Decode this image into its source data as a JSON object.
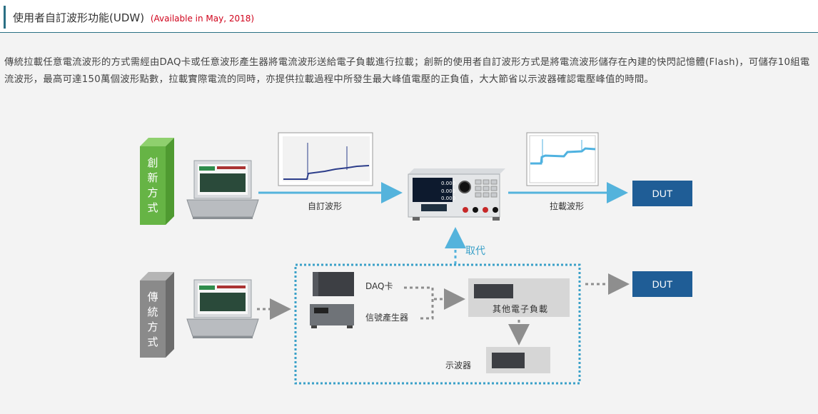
{
  "header": {
    "title": "使用者自訂波形功能(UDW)",
    "note": "(Available in May, 2018)"
  },
  "description": "傳統拉載任意電流波形的方式需經由DAQ卡或任意波形產生器將電流波形送給電子負載進行拉載；創新的使用者自訂波形方式是將電流波形儲存在內建的快閃記憶體(Flash)，可儲存10組電流波形，最高可達150萬個波形點數，拉載實際電流的同時，亦提供拉載過程中所發生最大峰值電壓的正負值，大大節省以示波器確認電壓峰值的時間。",
  "diagram": {
    "innovative": {
      "pillar_label": "創新方式",
      "color": "#66b445",
      "custom_wave_label": "自訂波形",
      "load_wave_label": "拉載波形",
      "dut_label": "DUT",
      "load_readings": [
        "0.000",
        "0.000",
        "0.000"
      ]
    },
    "replace_label": "取代",
    "traditional": {
      "pillar_label": "傳統方式",
      "color": "#8a8a8a",
      "daq_label": "DAQ卡",
      "generator_label": "信號產生器",
      "other_load_label": "其他電子負載",
      "oscilloscope_label": "示波器",
      "dut_label": "DUT"
    },
    "colors": {
      "arrow": "#54b3dc",
      "dotted": "#8e8e8e",
      "dut_bg": "#1f5d96",
      "box_border": "#3aa0c8"
    }
  }
}
